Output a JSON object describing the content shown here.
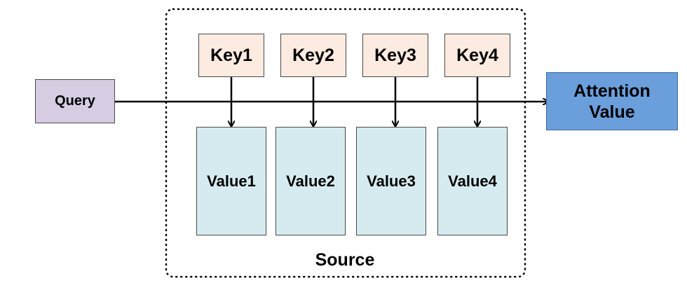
{
  "diagram": {
    "query": "Query",
    "keys": [
      "Key1",
      "Key2",
      "Key3",
      "Key4"
    ],
    "values": [
      "Value1",
      "Value2",
      "Value3",
      "Value4"
    ],
    "output": {
      "line1": "Attention",
      "line2": "Value"
    },
    "group_label": "Source"
  },
  "colors": {
    "query_fill": "#d6cde3",
    "key_fill": "#fbebe0",
    "value_fill": "#d6ebf0",
    "output_fill": "#6b9fdc",
    "line": "#000000"
  }
}
